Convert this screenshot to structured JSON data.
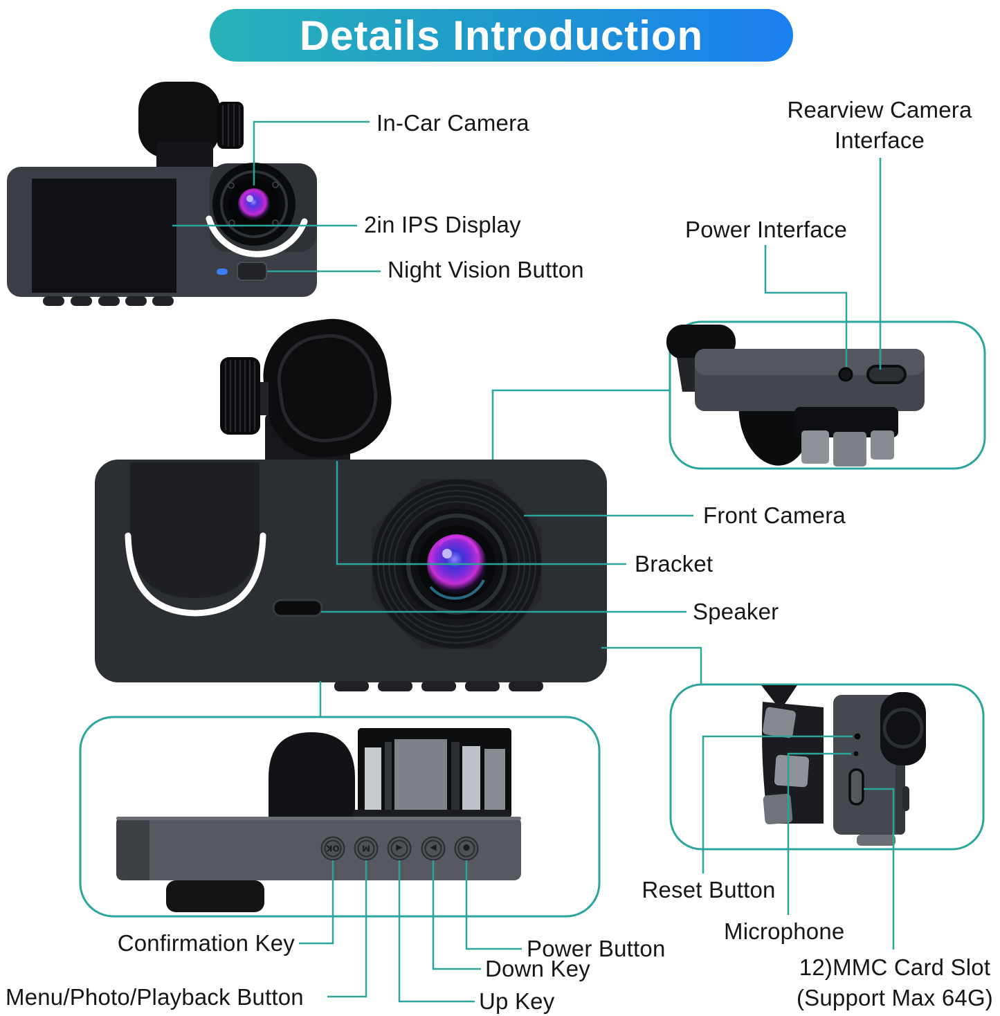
{
  "title": "Details Introduction",
  "theme": {
    "line_color": "#2aa59c",
    "label_color": "#161616",
    "background": "#ffffff",
    "title_gradient_start": "#28b2b8",
    "title_gradient_mid": "#1e96cf",
    "title_gradient_end": "#1b7ff2",
    "title_text_color": "#ffffff"
  },
  "rear_view": {
    "labels": {
      "in_car_camera": "In-Car Camera",
      "ips_display": "2in IPS Display",
      "night_vision_button": "Night Vision Button"
    }
  },
  "top_view": {
    "labels": {
      "rearview_interface_line1": "Rearview Camera",
      "rearview_interface_line2": "Interface",
      "power_interface": "Power Interface"
    }
  },
  "front_view": {
    "labels": {
      "front_camera": "Front Camera",
      "bracket": "Bracket",
      "speaker": "Speaker"
    }
  },
  "bottom_view": {
    "button_glyphs": [
      "OK",
      "M",
      "◀",
      "▶",
      "●"
    ],
    "labels": {
      "confirmation_key": "Confirmation Key",
      "menu_button": "Menu/Photo/Playback Button",
      "up_key": "Up Key",
      "down_key": "Down Key",
      "power_button": "Power Button"
    }
  },
  "side_view": {
    "labels": {
      "reset_button": "Reset Button",
      "microphone": "Microphone",
      "mmc_slot_line1": "12)MMC Card Slot",
      "mmc_slot_line2": "(Support Max 64G)"
    }
  }
}
